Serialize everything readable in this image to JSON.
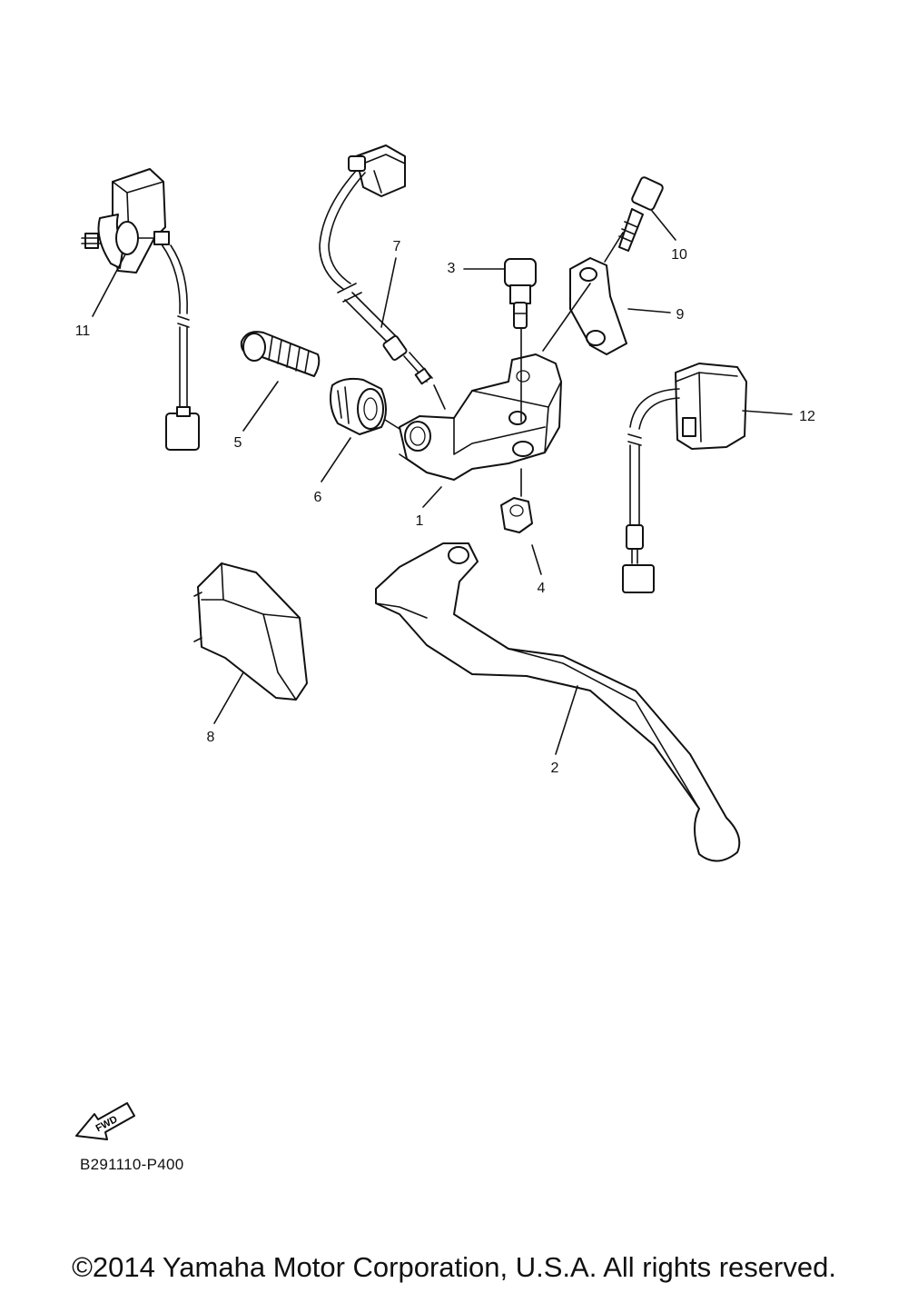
{
  "parts": [
    {
      "callout": "1"
    },
    {
      "callout": "2"
    },
    {
      "callout": "3"
    },
    {
      "callout": "4"
    },
    {
      "callout": "5"
    },
    {
      "callout": "6"
    },
    {
      "callout": "7"
    },
    {
      "callout": "8"
    },
    {
      "callout": "9"
    },
    {
      "callout": "10"
    },
    {
      "callout": "11"
    },
    {
      "callout": "12"
    }
  ],
  "fwd_badge": "FWD",
  "diagram_code": "B291110-P400",
  "copyright": "©2014 Yamaha Motor Corporation, U.S.A. All rights reserved."
}
